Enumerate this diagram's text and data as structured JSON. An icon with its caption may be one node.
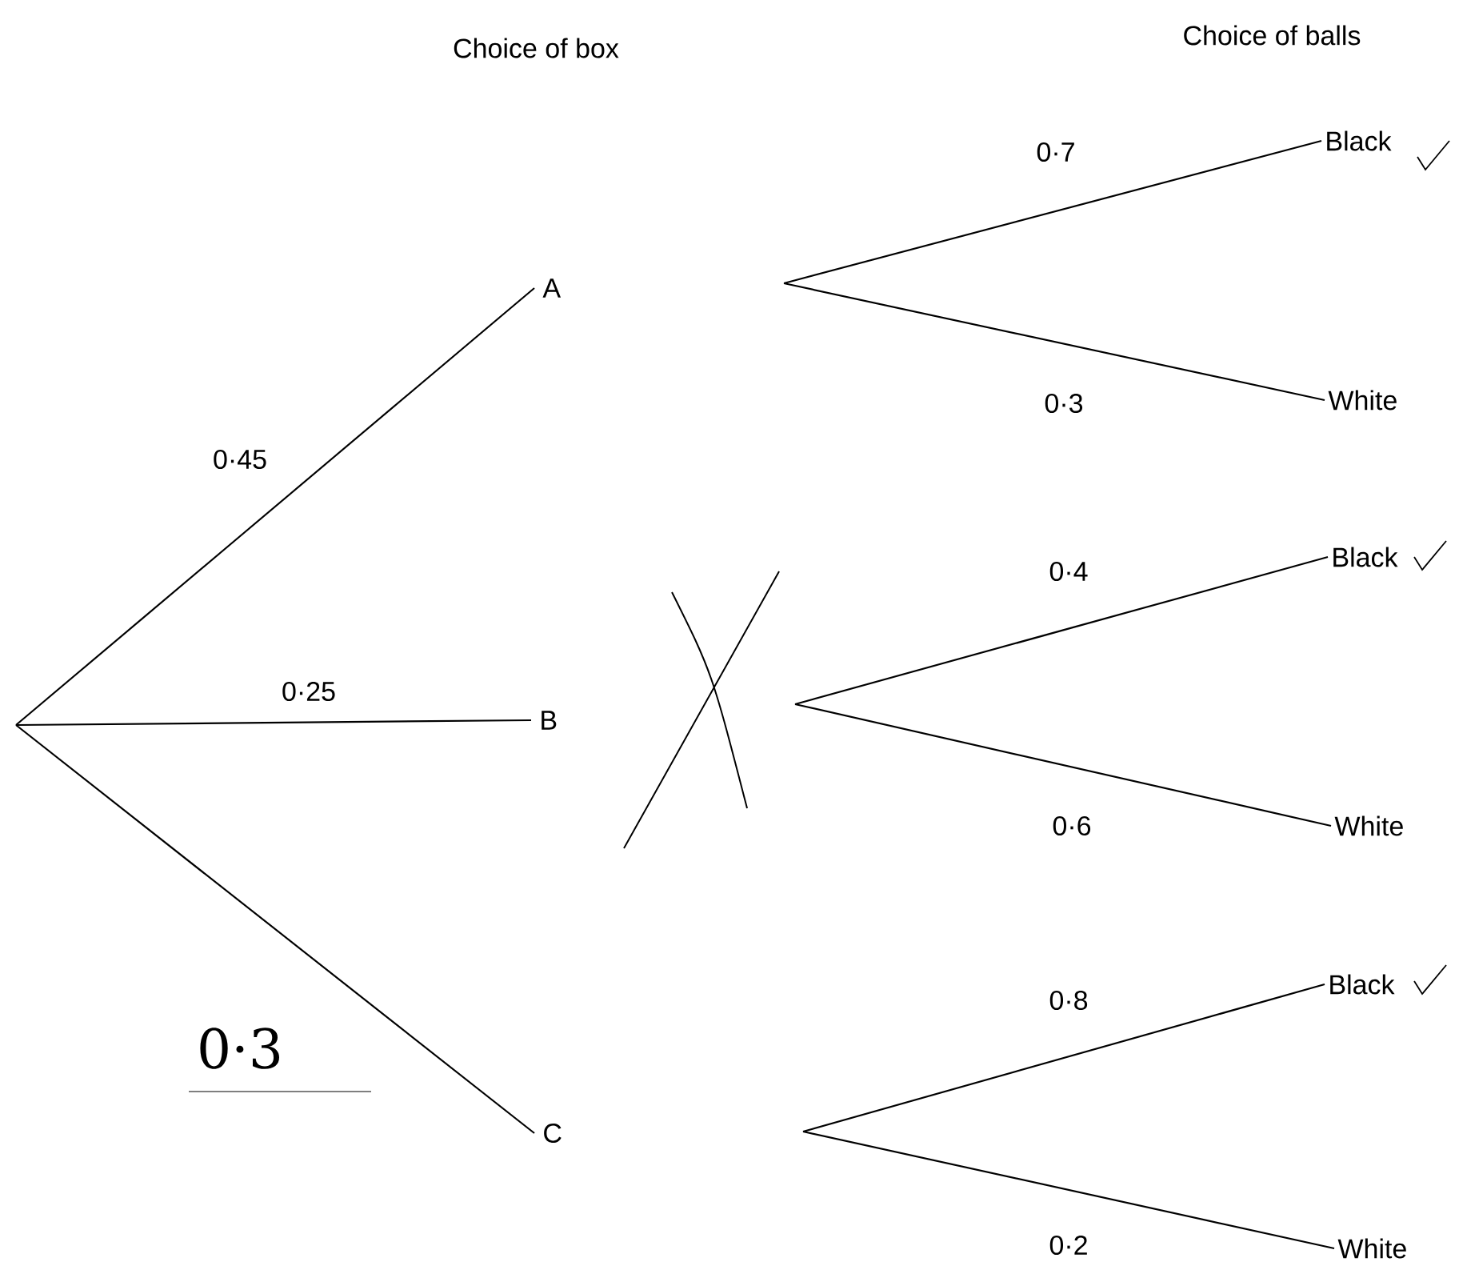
{
  "diagram": {
    "nodes": [
      {
        "text": [
          "A"
        ]
      },
      {
        "text": [
          "B"
        ]
      },
      {
        "text": [
          "C"
        ]
      },
      {
        "text": [
          "Black"
        ]
      },
      {
        "text": [
          "White"
        ]
      },
      {
        "text": [
          "Black"
        ]
      },
      {
        "text": [
          "White"
        ]
      },
      {
        "text": [
          "Black"
        ]
      },
      {
        "text": [
          "White"
        ]
      }
    ],
    "edges": [
      {
        "from": null,
        "to": 0,
        "arrow": "none",
        "label": "0·45"
      },
      {
        "from": null,
        "to": 1,
        "arrow": "none",
        "label": "0·25"
      },
      {
        "from": null,
        "to": 2,
        "arrow": "none",
        "label": "0·3"
      },
      {
        "from": null,
        "to": 3,
        "arrow": "none",
        "label": "0·7"
      },
      {
        "from": null,
        "to": 4,
        "arrow": "none",
        "label": "0·3"
      },
      {
        "from": null,
        "to": 5,
        "arrow": "none",
        "label": "0·4"
      },
      {
        "from": null,
        "to": 6,
        "arrow": "none",
        "label": "0·6"
      },
      {
        "from": null,
        "to": 7,
        "arrow": "none",
        "label": "0·8"
      },
      {
        "from": null,
        "to": 8,
        "arrow": "none",
        "label": "0·2"
      }
    ],
    "labels": [
      "Choice of box",
      "Choice of balls"
    ]
  }
}
